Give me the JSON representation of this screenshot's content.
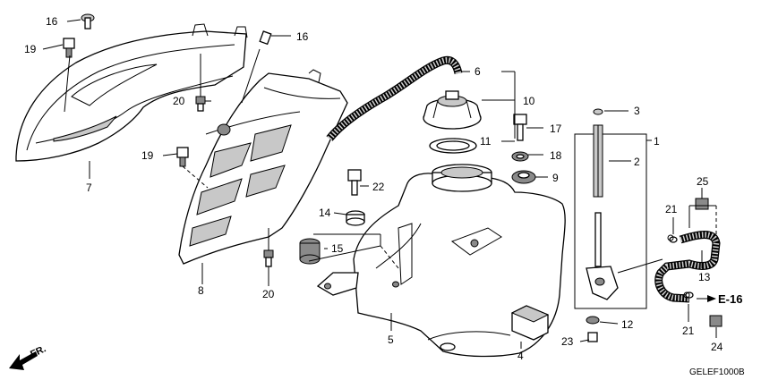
{
  "diagram": {
    "code": "GELEF1000B",
    "ref_label": "E-16",
    "direction_label": "FR.",
    "callouts": {
      "c1": "1",
      "c2": "2",
      "c3": "3",
      "c4": "4",
      "c5": "5",
      "c6": "6",
      "c7": "7",
      "c8": "8",
      "c9": "9",
      "c10": "10",
      "c11": "11",
      "c12": "12",
      "c13": "13",
      "c14": "14",
      "c15": "15",
      "c16a": "16",
      "c16b": "16",
      "c17": "17",
      "c18": "18",
      "c19a": "19",
      "c19b": "19",
      "c20a": "20",
      "c20b": "20",
      "c21a": "21",
      "c21b": "21",
      "c22": "22",
      "c23": "23",
      "c24": "24",
      "c25": "25"
    }
  }
}
